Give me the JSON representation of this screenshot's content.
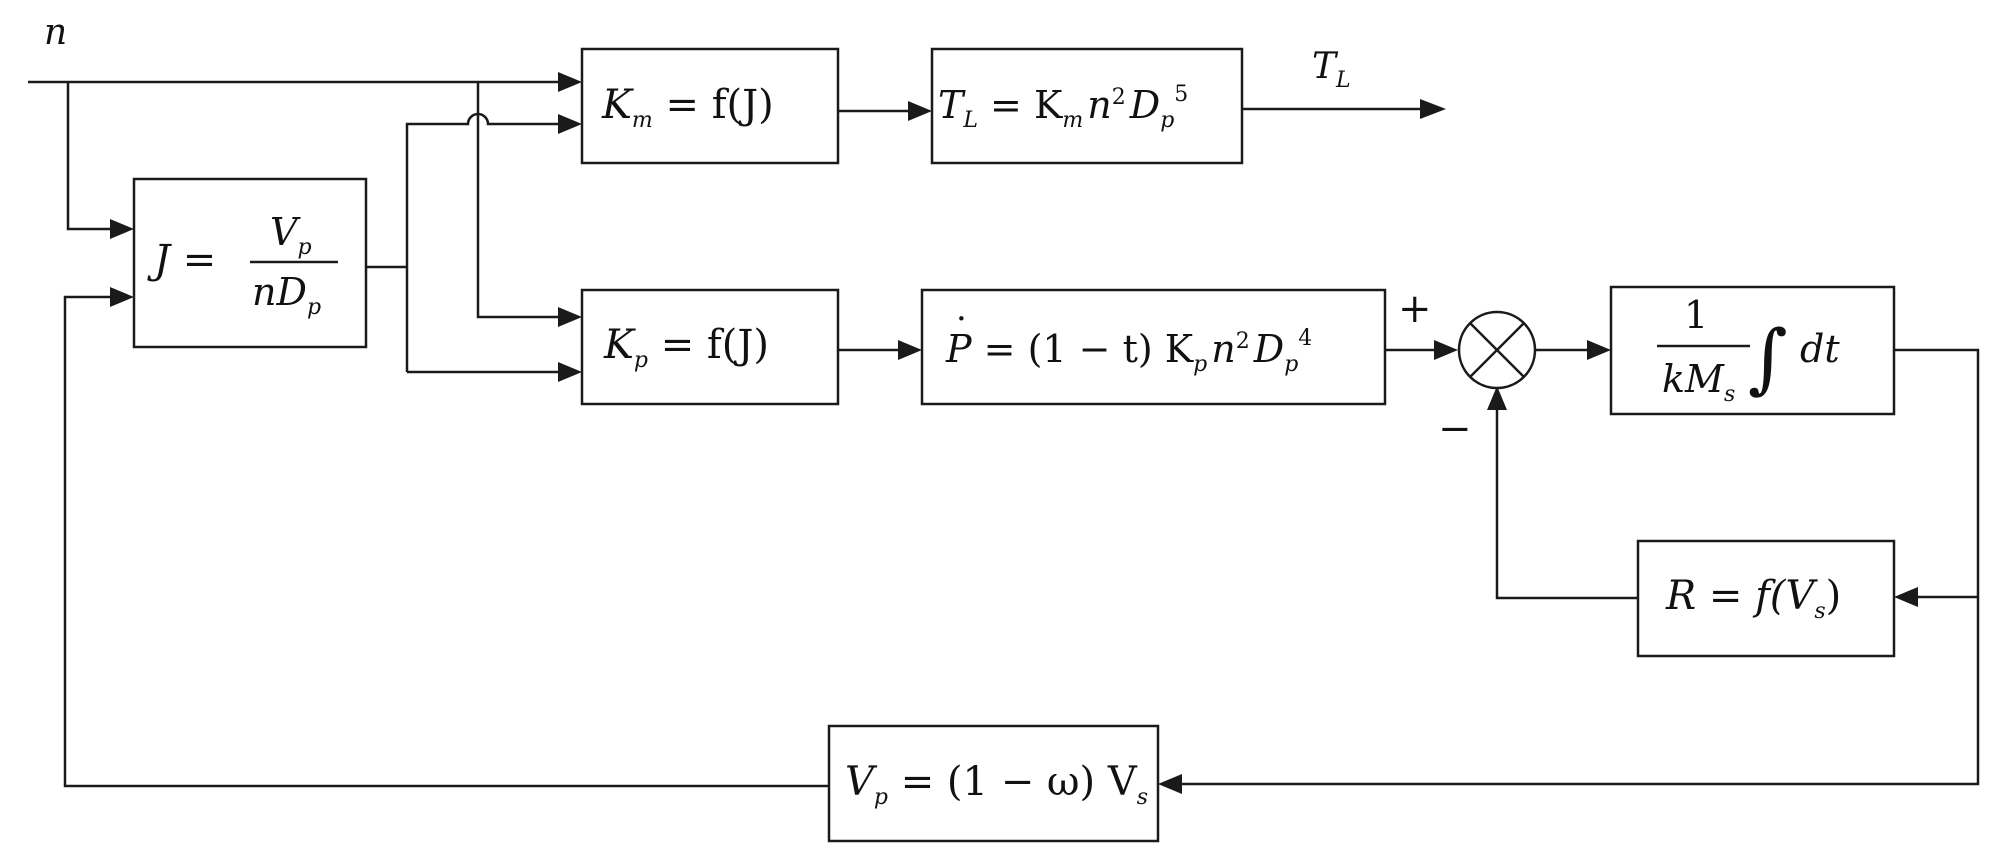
{
  "signals": {
    "input": "n",
    "output": "T",
    "output_sub": "L",
    "sum_plus": "+",
    "sum_minus": "−"
  },
  "blocks": {
    "km": {
      "sym": "K",
      "sub": "m",
      "rest": " = f(J)"
    },
    "tl": {
      "a": "T",
      "a_sub": "L",
      "eq": " = K",
      "k_sub": "m",
      "n": "n",
      "n_sup": "2",
      "d": "D",
      "d_sub": "p",
      "d_sup": "5"
    },
    "j": {
      "lhs": "J =",
      "num": "V",
      "num_sub": "p",
      "den": "nD",
      "den_sub": "p"
    },
    "kp": {
      "sym": "K",
      "sub": "p",
      "rest": " = f(J)"
    },
    "p": {
      "lhs": "P",
      "dot": "·",
      "eq": " = (1 − t) K",
      "k_sub": "p",
      "n": "n",
      "n_sup": "2",
      "d": "D",
      "d_sub": "p",
      "d_sup": "4"
    },
    "integ": {
      "num": "1",
      "den": "kM",
      "den_sub": "s",
      "integral": "∫",
      "dt": "dt"
    },
    "r": {
      "text": "R = f(V",
      "sub": "s",
      "close": ")"
    },
    "vp": {
      "v": "V",
      "v_sub": "p",
      "eq": " = (1 − ω) V",
      "s_sub": "s"
    }
  }
}
